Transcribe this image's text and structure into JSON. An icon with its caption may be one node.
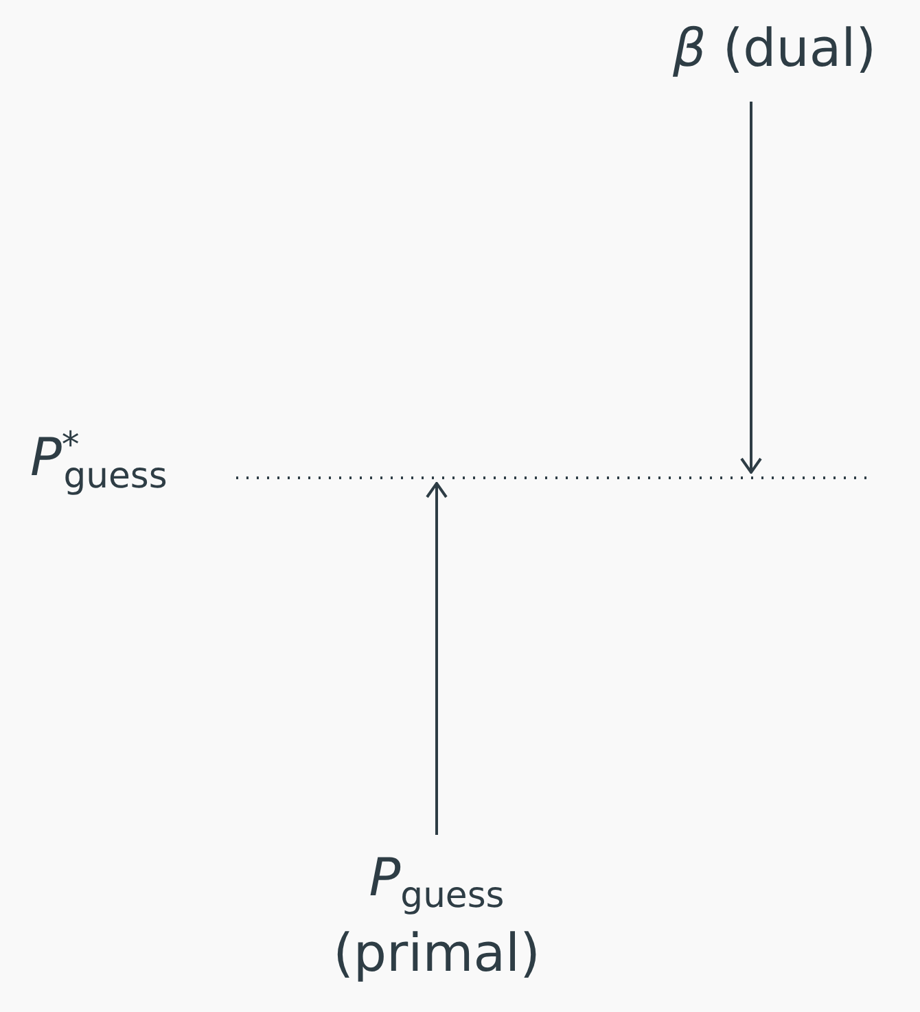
{
  "diagram": {
    "nodes": [
      {
        "text": [
          "*β* (dual)"
        ]
      },
      {
        "text": [],
        "shape": "line",
        "beside": [
          "*P*$^{*}$$_{guess}$"
        ]
      },
      {
        "text": [
          "*P*$_{guess}$ (primal)"
        ]
      }
    ],
    "edges": [
      {
        "from": 0,
        "to": 1,
        "arrow": "to"
      },
      {
        "from": 2,
        "to": 1,
        "arrow": "to"
      }
    ]
  }
}
